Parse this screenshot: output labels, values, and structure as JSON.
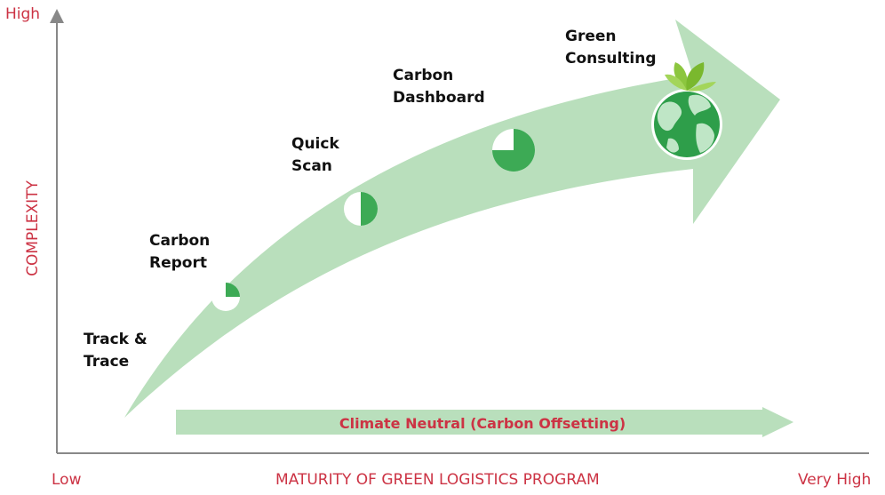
{
  "axes": {
    "y_high": "High",
    "y_title": "COMPLEXITY",
    "x_low": "Low",
    "x_title": "MATURITY OF GREEN LOGISTICS PROGRAM",
    "x_high": "Very High"
  },
  "stages": [
    {
      "line1": "Track &",
      "line2": "Trace",
      "maturity_fraction": null,
      "icon": "none"
    },
    {
      "line1": "Carbon",
      "line2": "Report",
      "maturity_fraction": 0.25,
      "icon": "pie-quarter"
    },
    {
      "line1": "Quick",
      "line2": "Scan",
      "maturity_fraction": 0.5,
      "icon": "pie-half"
    },
    {
      "line1": "Carbon",
      "line2": "Dashboard",
      "maturity_fraction": 0.75,
      "icon": "pie-three-quarter"
    },
    {
      "line1": "Green",
      "line2": "Consulting",
      "maturity_fraction": 1.0,
      "icon": "globe-with-leaves"
    }
  ],
  "bottom_arrow": {
    "label": "Climate Neutral (Carbon Offsetting)"
  },
  "colors": {
    "accent_red": "#cc3344",
    "arrow_fill": "#b9dfbc",
    "pie_green": "#3daa55",
    "globe_green": "#2e9e4a",
    "leaf_green": "#8cc63f"
  }
}
